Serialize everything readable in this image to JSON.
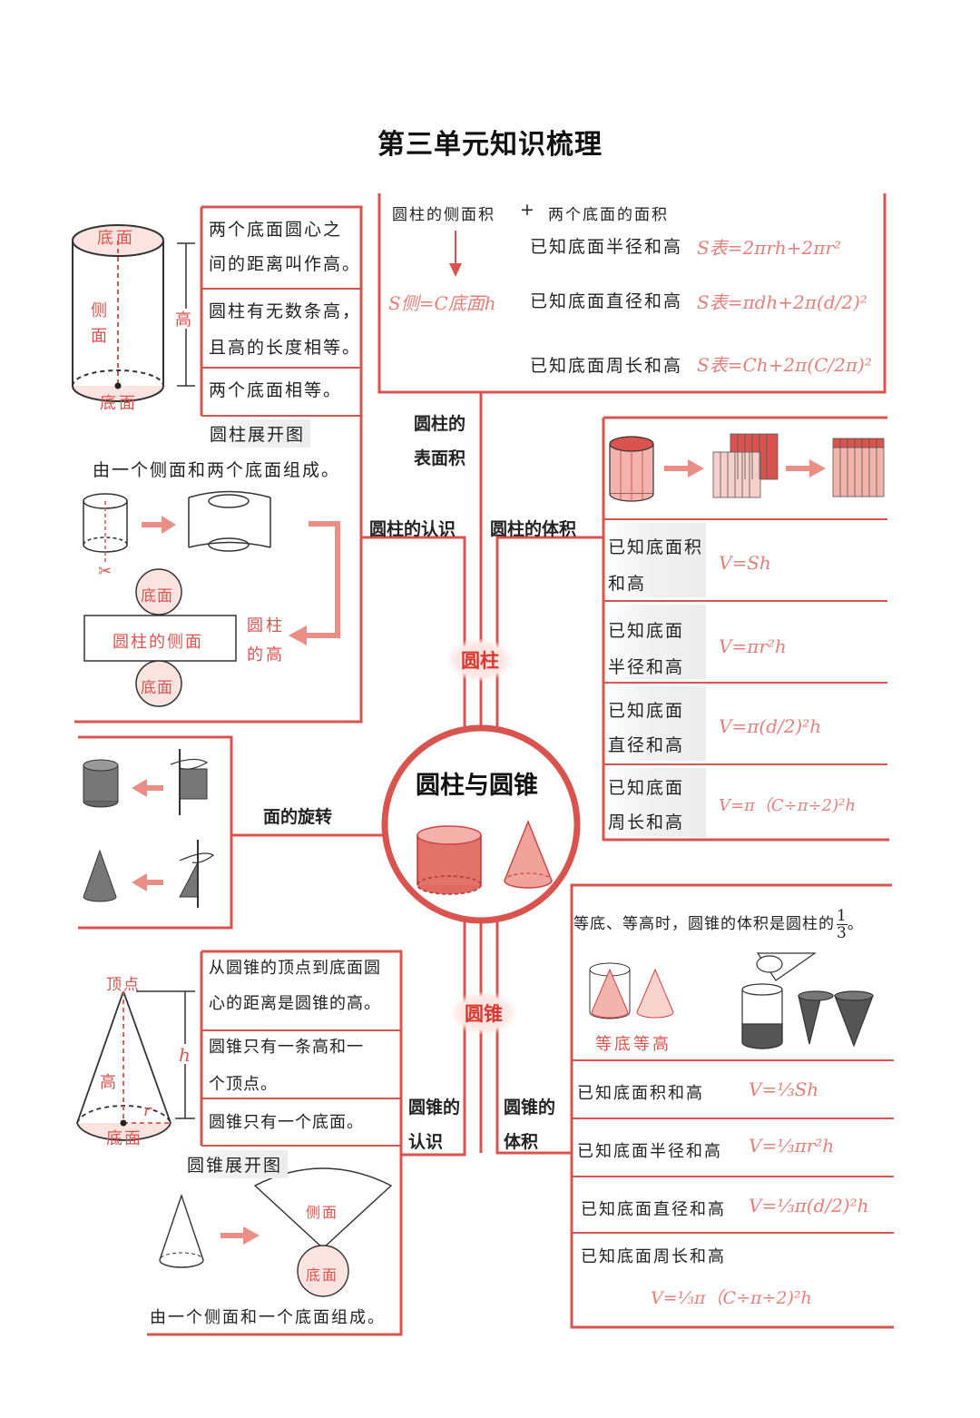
{
  "title": "第三单元知识梳理",
  "center": {
    "title": "圆柱与圆锥",
    "cylinder_pill": "圆柱",
    "cone_pill": "圆锥"
  },
  "branches": {
    "cyl_surface": [
      "圆柱的",
      "表面积"
    ],
    "cyl_know": "圆柱的认识",
    "cyl_volume": "圆柱的体积",
    "rotation": "面的旋转",
    "cone_know": [
      "圆锥的",
      "认识"
    ],
    "cone_volume": [
      "圆锥的",
      "体积"
    ]
  },
  "cyl_know": {
    "fig_top": "底面",
    "fig_side1": "侧",
    "fig_side2": "面",
    "fig_bottom": "底面",
    "fig_height": "高",
    "notes": [
      "两个底面圆心之",
      "间的距离叫作高。",
      "圆柱有无数条高，",
      "且高的长度相等。",
      "两个底面相等。"
    ],
    "net_title": "圆柱展开图",
    "net_desc": "由一个侧面和两个底面组成。",
    "net_top": "底面",
    "net_side": "圆柱的侧面",
    "net_bottom": "底面",
    "net_h1": "圆柱",
    "net_h2": "的高"
  },
  "cyl_surface": {
    "header_a": "圆柱的侧面积",
    "plus": "+",
    "header_b": "两个底面的面积",
    "lateral": "S侧=C底面h",
    "rows": [
      {
        "cond": "已知底面半径和高",
        "formula": "S表=2πrh+2πr²"
      },
      {
        "cond": "已知底面直径和高",
        "formula": "S表=πdh+2π(d/2)²"
      },
      {
        "cond": "已知底面周长和高",
        "formula": "S表=Ch+2π(C/2π)²"
      }
    ]
  },
  "cyl_volume": {
    "rows": [
      {
        "cond": [
          "已知底面积",
          "和高"
        ],
        "formula": "V=Sh"
      },
      {
        "cond": [
          "已知底面",
          "半径和高"
        ],
        "formula": "V=πr²h"
      },
      {
        "cond": [
          "已知底面",
          "直径和高"
        ],
        "formula": "V=π(d/2)²h"
      },
      {
        "cond": [
          "已知底面",
          "周长和高"
        ],
        "formula": "V=π（C÷π÷2)²h"
      }
    ]
  },
  "cone_know": {
    "fig_apex": "顶点",
    "fig_height_label": "高",
    "fig_h": "h",
    "fig_r": "r",
    "fig_base": "底面",
    "notes": [
      "从圆锥的顶点到底面圆",
      "心的距离是圆锥的高。",
      "圆锥只有一条高和一",
      "个顶点。",
      "圆锥只有一个底面。"
    ],
    "net_title": "圆锥展开图",
    "net_side": "侧面",
    "net_base": "底面",
    "net_desc": "由一个侧面和一个底面组成。"
  },
  "cone_volume": {
    "intro": "等底、等高时，圆锥的体积是圆柱的",
    "frac_num": "1",
    "frac_den": "3",
    "intro_end": "。",
    "equal_label": "等底等高",
    "rows": [
      {
        "cond": "已知底面积和高",
        "formula": "V=⅓Sh"
      },
      {
        "cond": "已知底面半径和高",
        "formula": "V=⅓πr²h"
      },
      {
        "cond": "已知底面直径和高",
        "formula": "V=⅓π(d/2)²h"
      },
      {
        "cond": "已知底面周长和高",
        "formula": "V=⅓π（C÷π÷2)²h"
      }
    ]
  },
  "colors": {
    "accent": "#d9534f",
    "formula": "#e4807a",
    "line": "#d9534f"
  }
}
